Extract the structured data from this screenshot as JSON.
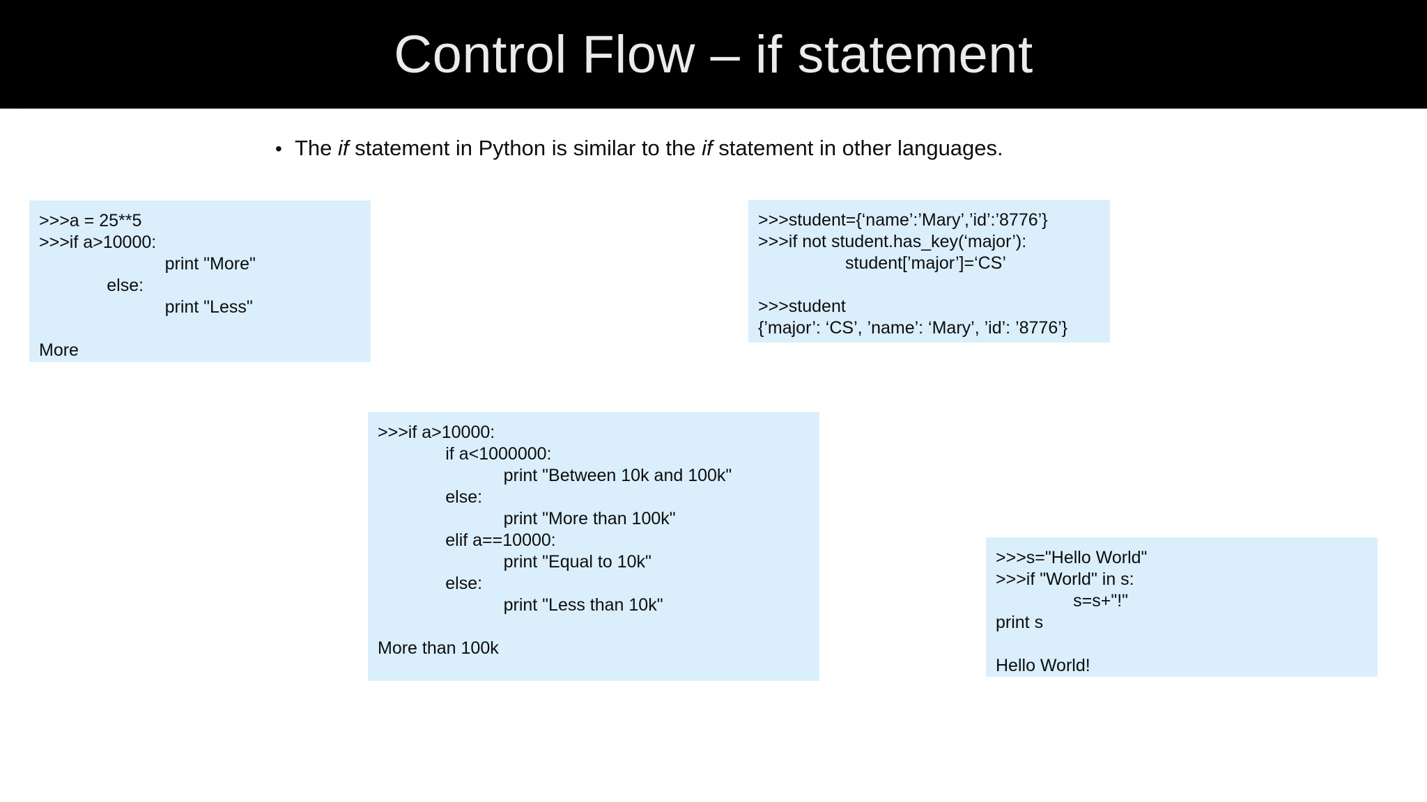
{
  "slide": {
    "title": "Control Flow – if statement",
    "title_bar_color": "#000000",
    "title_text_color": "#eceaea",
    "background_color": "#ffffff",
    "code_box_color": "#daeefc",
    "body_text_color": "#0d0d0d"
  },
  "bullet": {
    "marker": "•",
    "text_before": "The ",
    "emphasis_1": "if",
    "text_middle": " statement in Python is similar to the ",
    "emphasis_2": "if",
    "text_after": " statement in other languages.",
    "full_text": "The if statement in Python is similar to the if statement in other languages."
  },
  "code_boxes": [
    {
      "id": "code-box-1",
      "name": "code-example-if-else-more-less",
      "code": ">>>a = 25**5\n>>>if a>10000:\n                          print \"More\"\n              else:\n                          print \"Less\"\n\nMore"
    },
    {
      "id": "code-box-2",
      "name": "code-example-dict-has-key",
      "code": ">>>student={‘name’:’Mary’,’id’:’8776’}\n>>>if not student.has_key(‘major’):\n                  student[’major’]=‘CS’\n\n>>>student\n{’major’: ‘CS’, ’name’: ‘Mary’, ’id’: ’8776’}"
    },
    {
      "id": "code-box-3",
      "name": "code-example-nested-if-elif-else",
      "code": ">>>if a>10000:\n              if a<1000000:\n                          print \"Between 10k and 100k\"\n              else:\n                          print \"More than 100k\"\n              elif a==10000:\n                          print \"Equal to 10k\"\n              else:\n                          print \"Less than 10k\"\n\nMore than 100k"
    },
    {
      "id": "code-box-4",
      "name": "code-example-substring-in-string",
      "code": ">>>s=\"Hello World\"\n>>>if \"World\" in s:\n                s=s+\"!\"\nprint s\n\nHello World!"
    }
  ]
}
